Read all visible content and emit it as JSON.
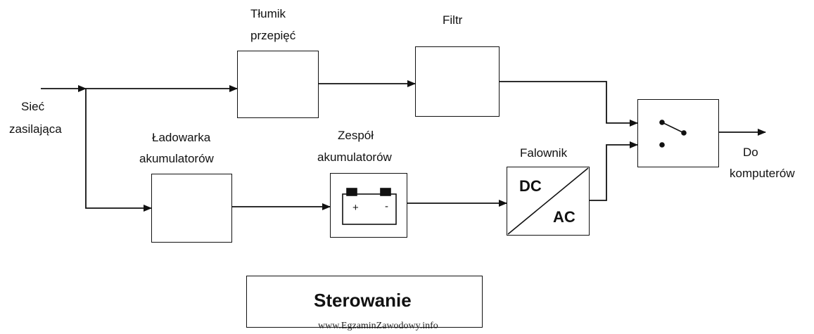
{
  "labels": {
    "siec": "Sieć",
    "zasilajaca": "zasilająca",
    "tlumik_1": "Tłumik",
    "tlumik_2": "przepięć",
    "filtr": "Filtr",
    "ladowarka_1": "Ładowarka",
    "ladowarka_2": "akumulatorów",
    "zespol_1": "Zespół",
    "zespol_2": "akumulatorów",
    "falownik": "Falownik",
    "do": "Do",
    "komputerow": "komputerów",
    "dc": "DC",
    "ac": "AC",
    "plus": "+",
    "minus": "-",
    "sterowanie": "Sterowanie"
  },
  "watermark": "www.EgzaminZawodowy.info"
}
